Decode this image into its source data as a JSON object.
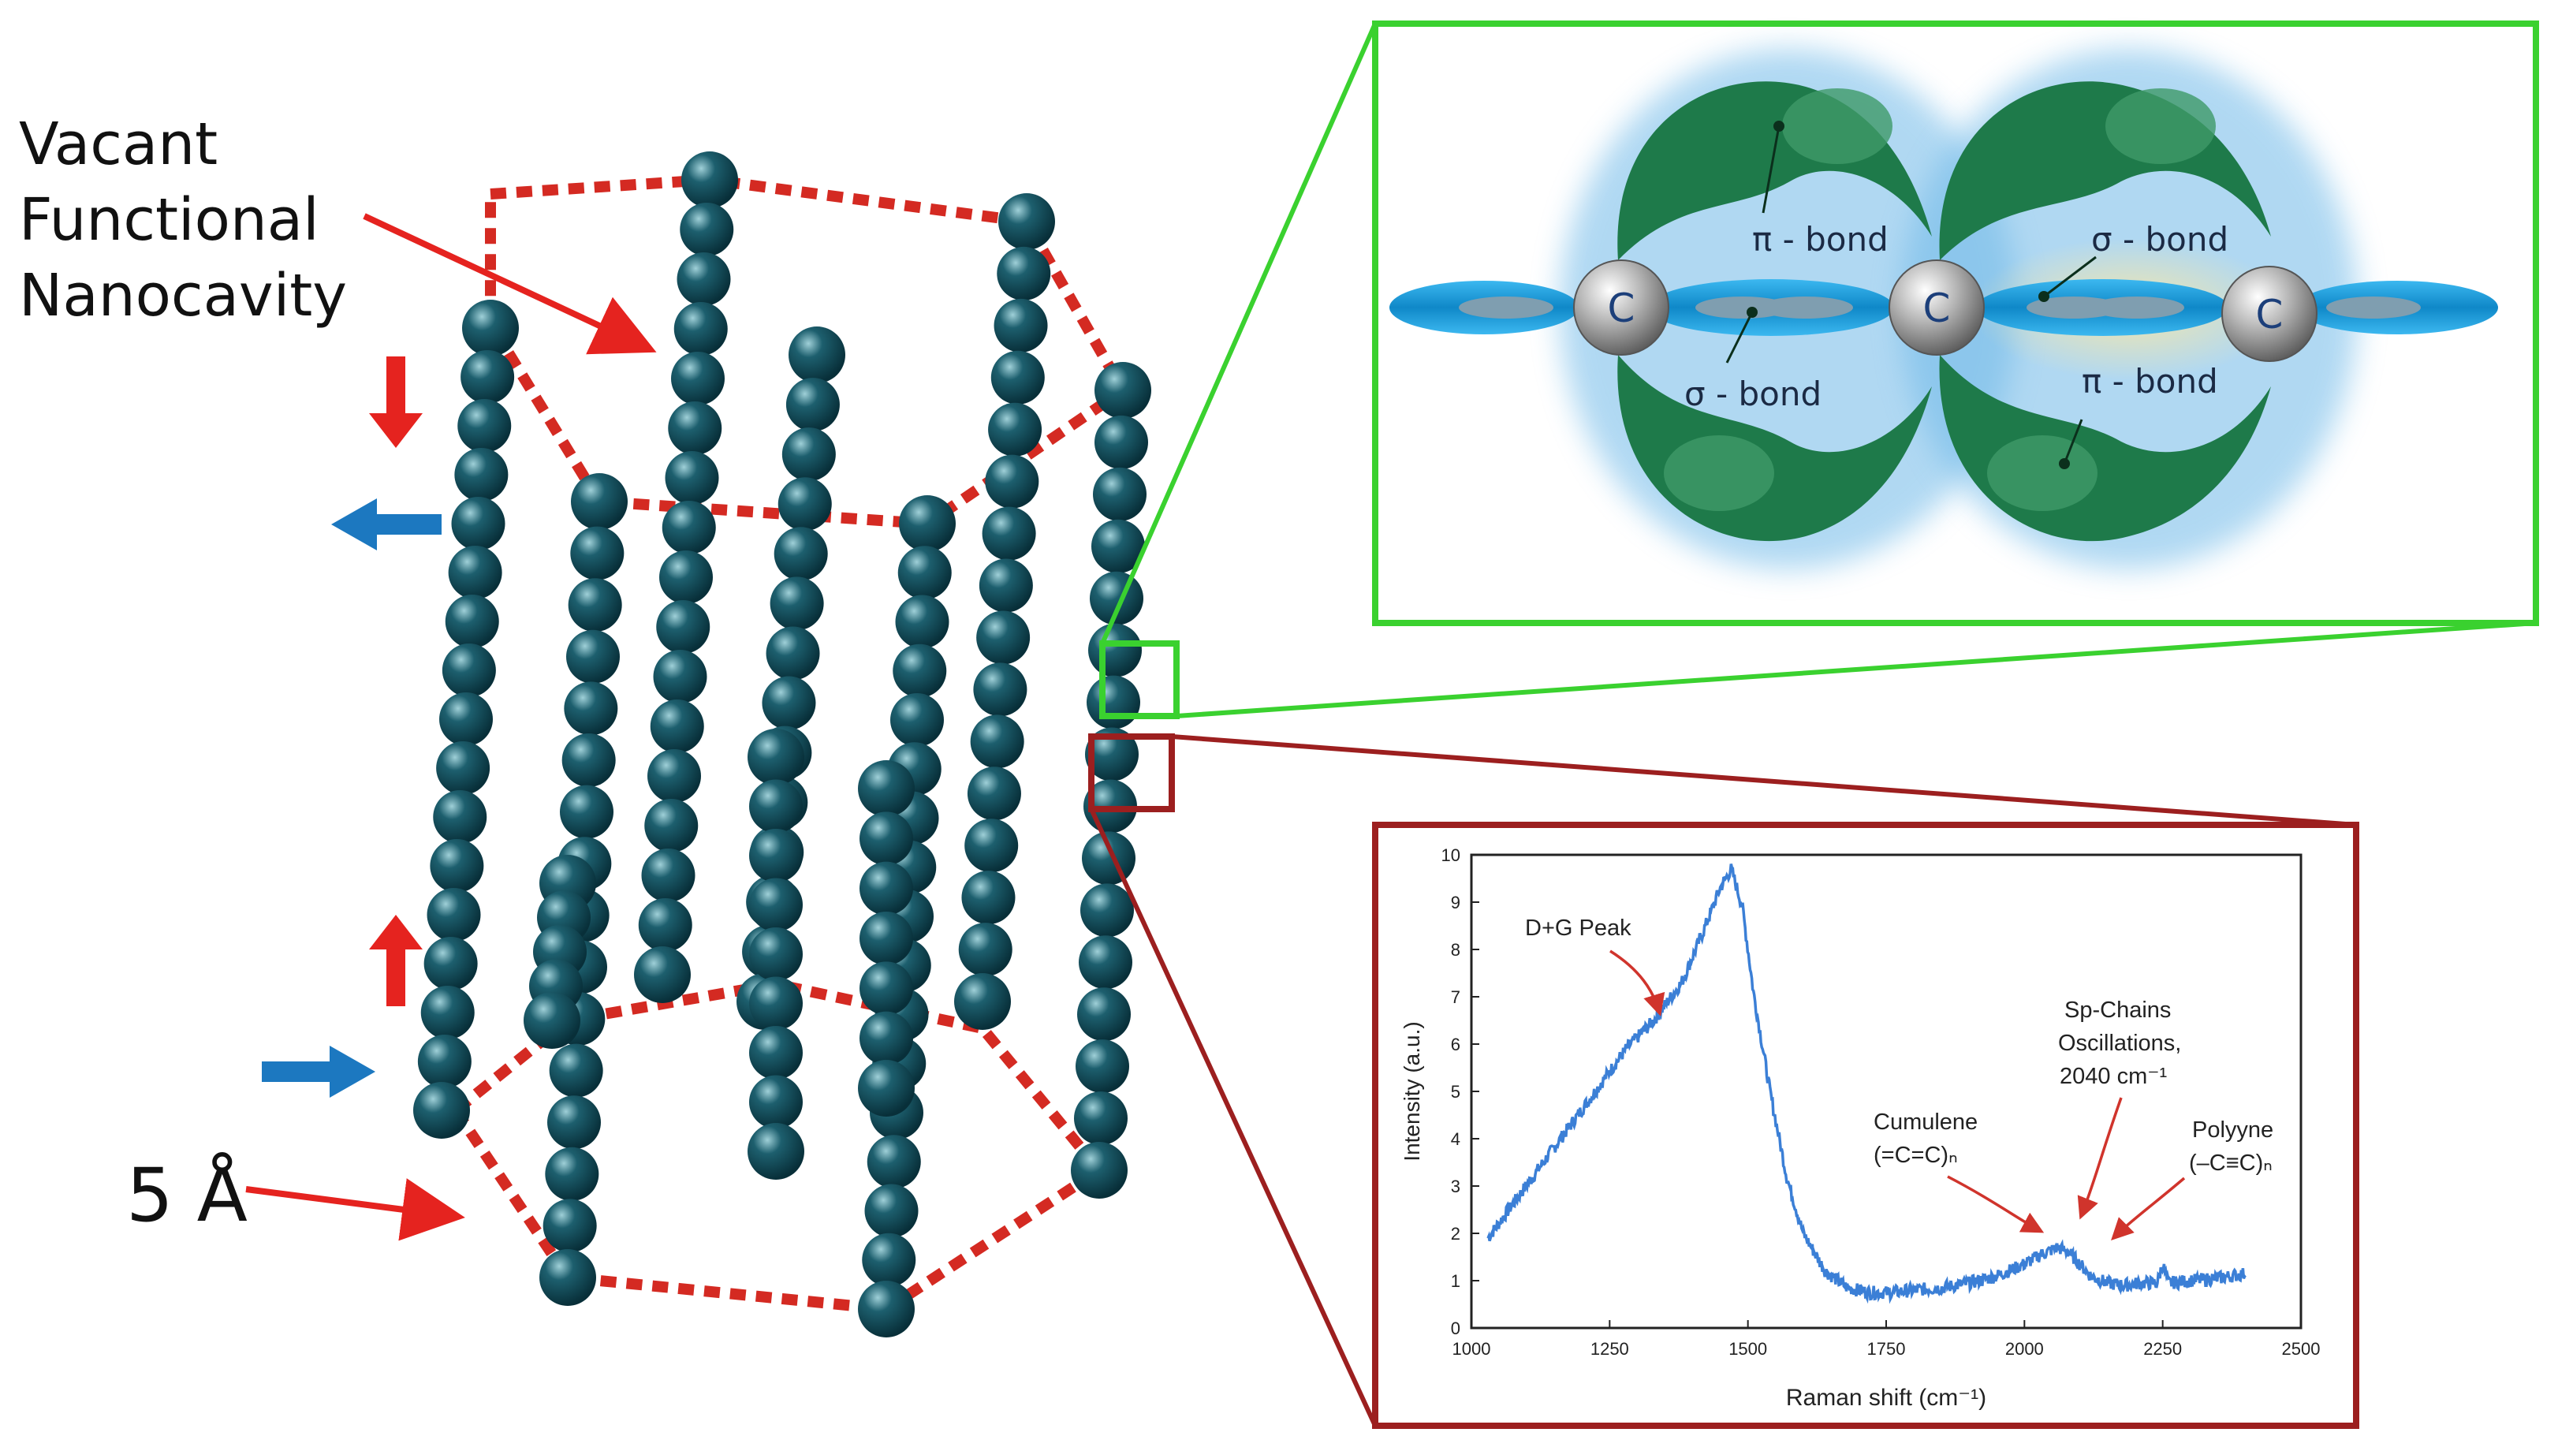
{
  "left_panel": {
    "cavity_label": [
      "Vacant",
      "Functional",
      "Nanocavity"
    ],
    "scale_label": "5 Å"
  },
  "bond_panel": {
    "atom_label": "C",
    "pi_bond_label": "π - bond",
    "sigma_bond_label": "σ - bond"
  },
  "colors": {
    "chain_atom": "#0f4552",
    "ring_dash": "#d42a22",
    "arrow_red": "#e5231f",
    "arrow_blue": "#1c78c0",
    "green_frame": "#3ad12f",
    "dark_red_frame": "#9c1f1f",
    "pi_orbital": "#1e7a4a",
    "sigma_orbital": "#1a9bd8",
    "spectrum_line": "#3b7fd6"
  },
  "chart_data": {
    "type": "line",
    "xlabel": "Raman shift (cm⁻¹)",
    "ylabel": "Intensity (a.u.)",
    "xlim": [
      1000,
      2500
    ],
    "ylim": [
      0,
      10
    ],
    "x_ticks": [
      1000,
      1250,
      1500,
      1750,
      2000,
      2250,
      2500
    ],
    "y_ticks": [
      0,
      1,
      2,
      3,
      4,
      5,
      6,
      7,
      8,
      9,
      10
    ],
    "series": [
      {
        "x": [
          1030,
          1080,
          1130,
          1180,
          1230,
          1280,
          1330,
          1380,
          1420,
          1450,
          1470,
          1490,
          1510,
          1540,
          1570,
          1600,
          1640,
          1680,
          1720,
          1760,
          1800,
          1850,
          1900,
          1950,
          2000,
          2030,
          2060,
          2080,
          2100,
          2120,
          2150,
          2180,
          2210,
          2240,
          2250,
          2260,
          2300,
          2350,
          2400
        ],
        "y": [
          1.9,
          2.7,
          3.5,
          4.3,
          5.1,
          5.9,
          6.5,
          7.3,
          8.4,
          9.3,
          9.7,
          8.9,
          7.1,
          5.0,
          3.2,
          2.0,
          1.2,
          0.85,
          0.75,
          0.75,
          0.8,
          0.85,
          0.95,
          1.1,
          1.35,
          1.55,
          1.7,
          1.6,
          1.35,
          1.1,
          0.95,
          0.9,
          0.95,
          0.95,
          1.35,
          0.95,
          1.0,
          1.05,
          1.15
        ]
      }
    ],
    "annotations": [
      {
        "text": [
          "D+G Peak"
        ]
      },
      {
        "text": [
          "Sp-Chains",
          "Oscillations,",
          "2040 cm⁻¹"
        ]
      },
      {
        "text": [
          "Cumulene",
          "(=C=C)ₙ"
        ]
      },
      {
        "text": [
          "Polyyne",
          "(–C≡C)ₙ"
        ]
      }
    ]
  }
}
